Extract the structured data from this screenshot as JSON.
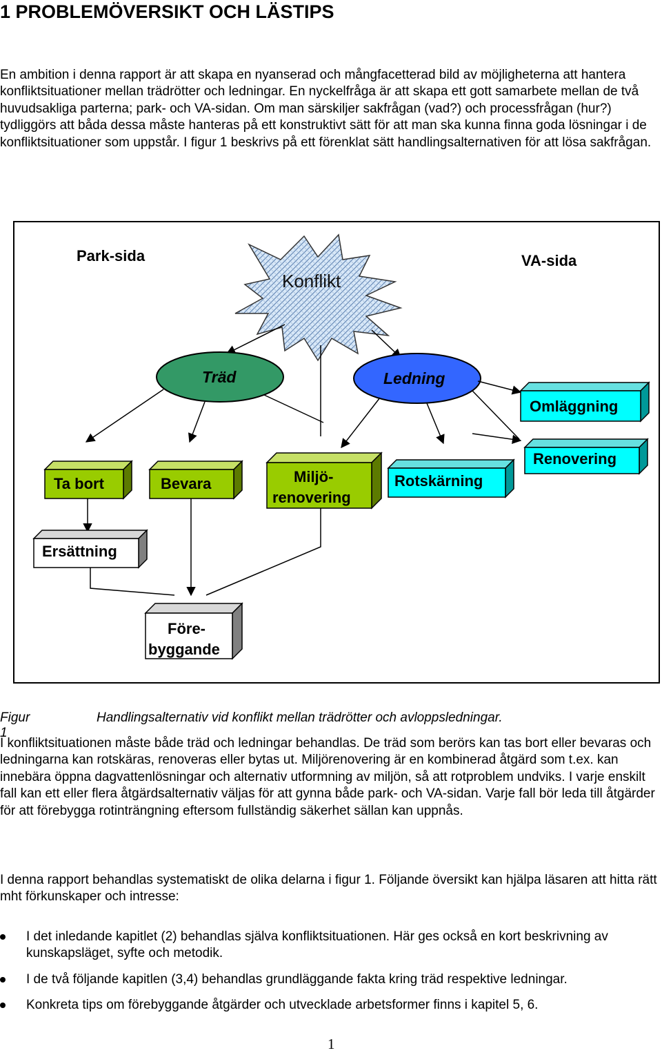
{
  "heading": "1 PROBLEMÖVERSIKT OCH LÄSTIPS",
  "intro": "En ambition i denna rapport är att skapa en nyanserad och mångfacetterad bild av möjligheterna att hantera konfliktsituationer mellan trädrötter och ledningar. En nyckelfråga är att skapa ett gott samarbete mellan de två huvudsakliga parterna; park- och VA-sidan. Om man särskiljer sakfrågan (vad?) och processfrågan (hur?) tydliggörs att båda dessa måste hanteras på ett konstruktivt sätt för att man ska kunna finna goda lösningar i de konfliktsituationer som uppstår. I figur 1 beskrivs på ett förenklat sätt handlingsalternativen för att lösa sakfrågan.",
  "figure": {
    "park_side": "Park-sida",
    "va_side": "VA-sida",
    "conflict": "Konflikt",
    "tree": "Träd",
    "pipe": "Ledning",
    "relaying": "Omläggning",
    "remove": "Ta bort",
    "preserve": "Bevara",
    "env_line1": "Miljö-",
    "env_line2": "renovering",
    "root_cutting": "Rotskärning",
    "renovation": "Renovering",
    "replacement": "Ersättning",
    "prev_line1": "Före-",
    "prev_line2": "byggande"
  },
  "caption": {
    "label": "Figur 1",
    "text": "Handlingsalternativ vid konflikt mellan trädrötter och avloppsledningar."
  },
  "body_para": "I konfliktsituationen måste både träd och ledningar behandlas. De träd som berörs kan tas bort eller bevaras och ledningarna kan rotskäras, renoveras eller bytas ut. Miljörenovering är en kombinerad åtgärd som t.ex. kan innebära öppna dagvattenlösningar och alternativ utformning av miljön, så att rotproblem undviks. I varje enskilt fall kan ett eller flera åtgärdsalternativ väljas för att gynna både park- och VA-sidan. Varje fall bör leda till åtgärder för att förebygga rotinträngning eftersom fullständig säkerhet sällan kan uppnås.",
  "overview_para": "I denna rapport behandlas systematiskt de olika delarna i figur 1. Följande översikt kan hjälpa läsaren att hitta rätt mht förkunskaper och intresse:",
  "bullets": [
    "I det inledande kapitlet (2) behandlas själva konfliktsituationen. Här ges också en kort beskrivning av kunskapsläget, syfte och metodik.",
    "I de två följande kapitlen (3,4) behandlas grundläggande fakta kring träd respektive ledningar.",
    "Konkreta tips om förebyggande åtgärder och utvecklade arbetsformer finns i kapitel 5, 6."
  ],
  "page_number": "1",
  "colors": {
    "green_box": "#99cc00",
    "cyan_box": "#00ffff",
    "tree_ellipse": "#339966",
    "pipe_ellipse": "#3366ff",
    "white_box": "#ffffff"
  }
}
